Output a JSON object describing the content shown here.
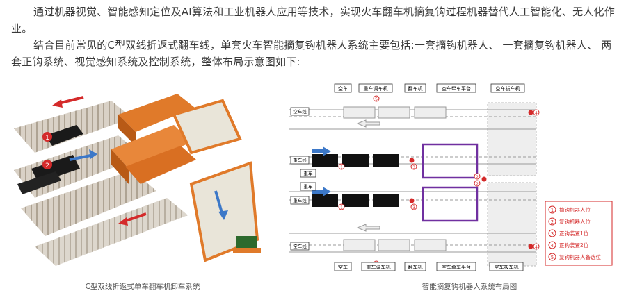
{
  "paragraphs": [
    "通过机器视觉、智能感知定位及AI算法和工业机器人应用等技术，实现火车翻车机摘复钩过程机器替代人工智能化、无人化作业。",
    "结合目前常见的C型双线折返式翻车线，单套火车智能摘复钩机器人系统主要包括:一套摘钩机器人、 一套摘复钩机器人、 两套正钩系统、视觉感知系统及控制系统，整体布局示意图如下:"
  ],
  "figure_left": {
    "caption": "C型双线折返式单车翻车机卸车系统",
    "markers": [
      "1",
      "2"
    ]
  },
  "figure_right": {
    "caption": "智能摘复钩机器人系统布局图",
    "top_labels": {
      "empty_car": "空车",
      "heavy_shunter": "重车调车机",
      "tipper": "翻车机",
      "traverser": "空车牵车平台",
      "empty_puller": "空车拔车机"
    },
    "bottom_labels": {
      "empty_car": "空车",
      "heavy_shunter": "重车调车机",
      "tipper": "翻车机",
      "traverser": "空车牵车平台",
      "empty_puller": "空车拔车机"
    },
    "lines": {
      "empty_top": "空车线",
      "heavy_1": "重车线",
      "heavy_2": "重车线",
      "empty_bottom": "空车线"
    },
    "tags": {
      "heavy_car_1": "重车",
      "heavy_car_2": "重车"
    },
    "legend": [
      {
        "num": "1",
        "text": "摘钩机器人位"
      },
      {
        "num": "2",
        "text": "复钩机器人位"
      },
      {
        "num": "3",
        "text": "正钩装置1位"
      },
      {
        "num": "4",
        "text": "正钩装置2位"
      },
      {
        "num": "5",
        "text": "复钩机器人备选位"
      }
    ],
    "circle_nums": [
      "1",
      "2",
      "3",
      "4",
      "5"
    ],
    "colors": {
      "purple": "#7030a0",
      "red": "#d42a2a",
      "blue": "#3c78c8",
      "black_car": "#111111"
    }
  }
}
